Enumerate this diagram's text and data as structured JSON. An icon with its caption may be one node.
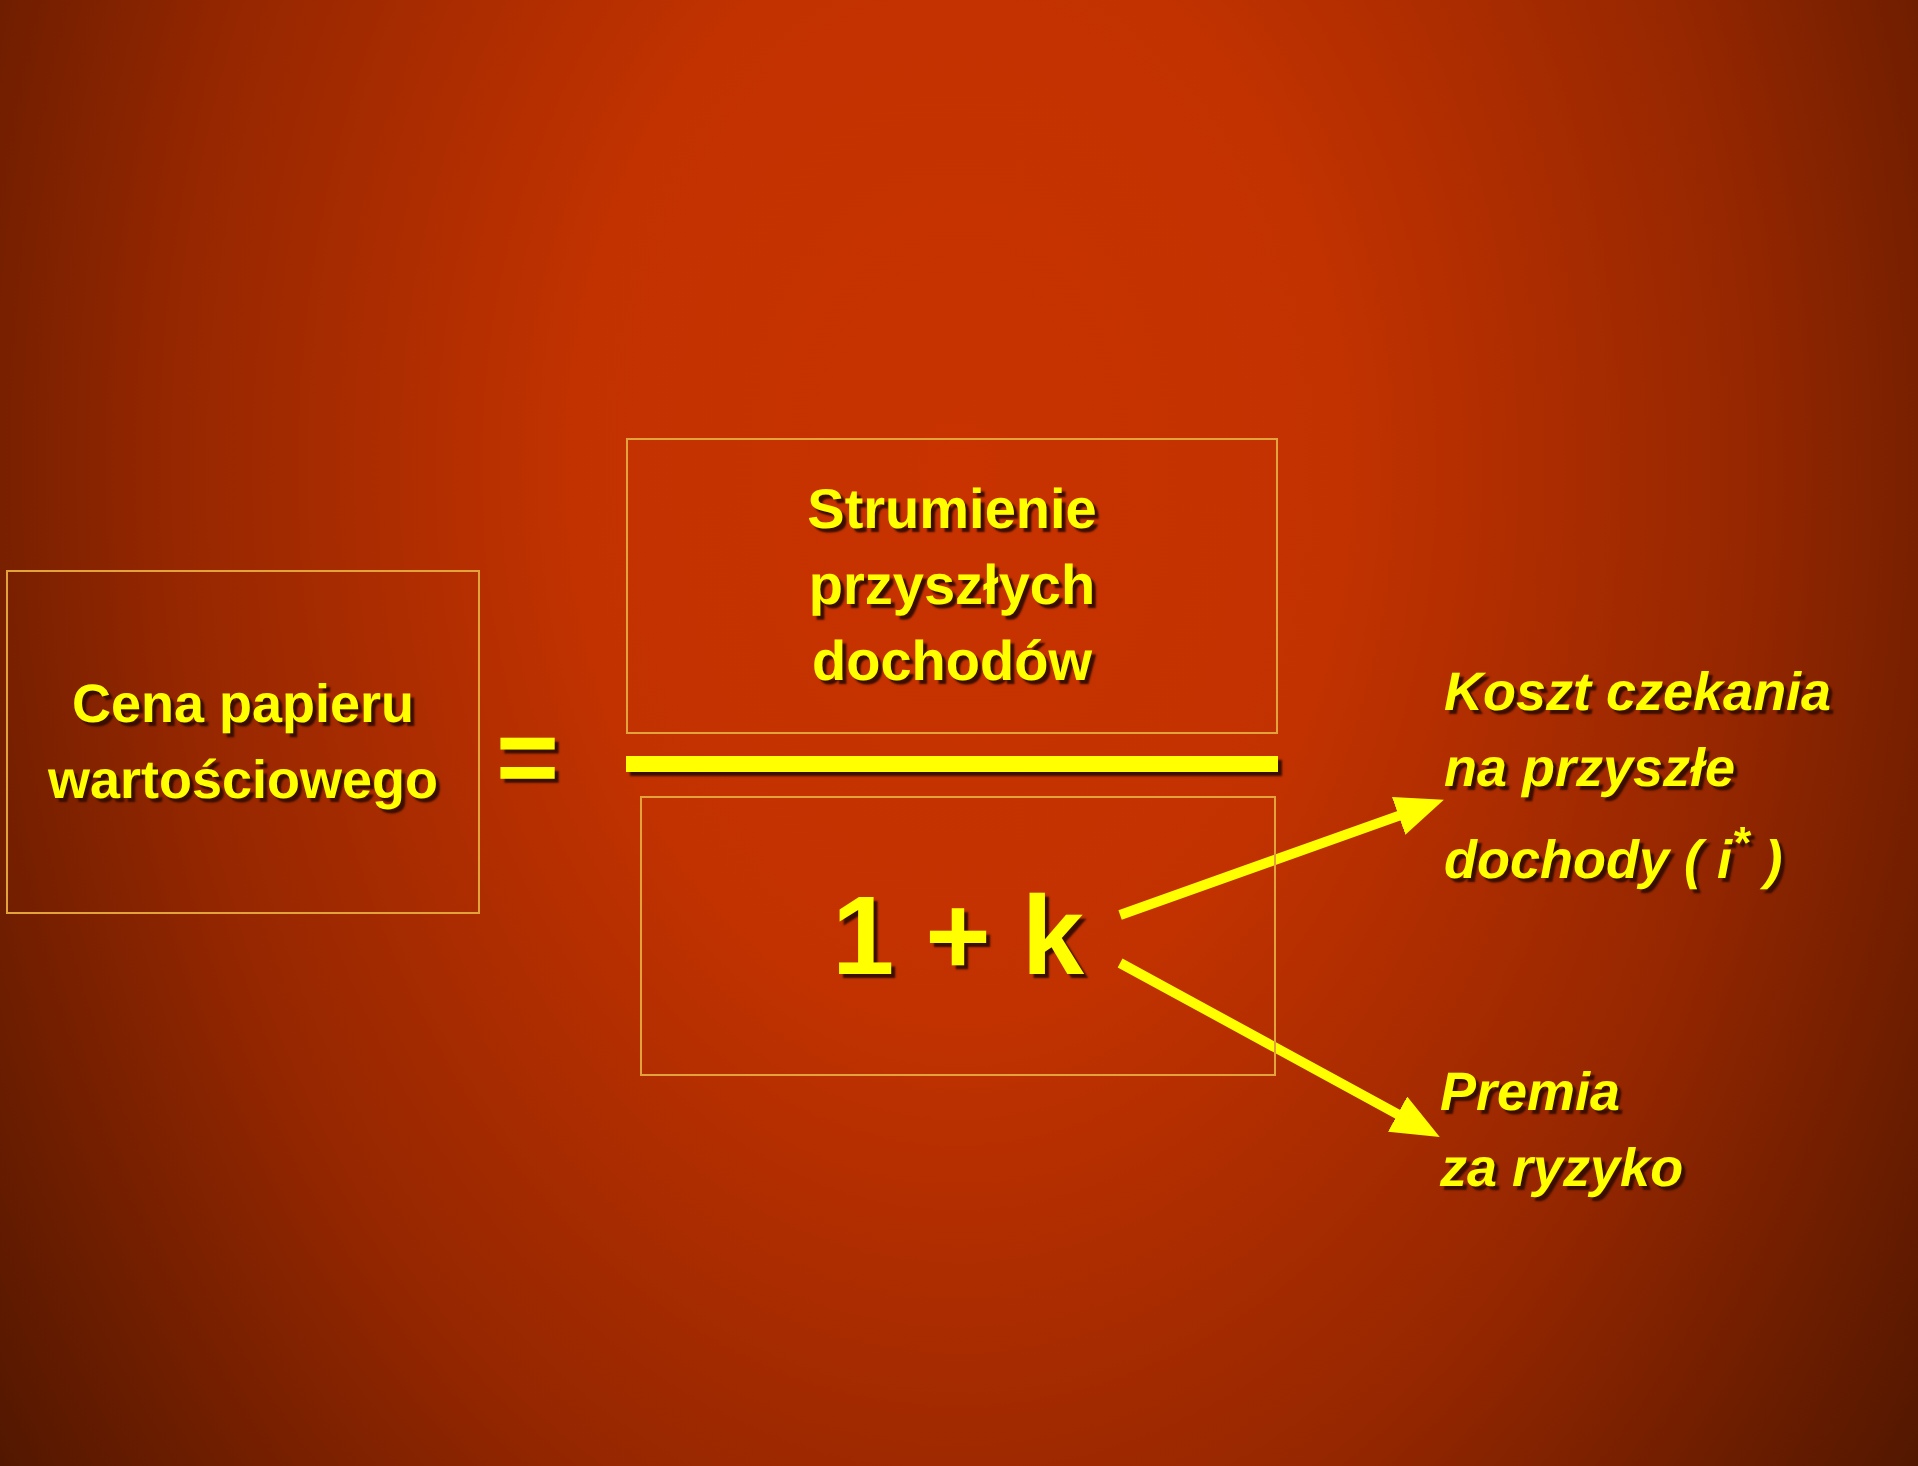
{
  "diagram": {
    "nodes": [
      {
        "text": [
          "Cena papieru wartościowego"
        ]
      },
      {
        "text": [
          "Strumienie przyszłych dochodów"
        ]
      },
      {
        "text": [
          "1 + k"
        ]
      },
      {
        "text": [
          "Koszt czekania na przyszłe dochody ( i$^{*}$ )"
        ]
      },
      {
        "text": [
          "Premia za ryzyko"
        ]
      }
    ],
    "edges": [
      {
        "from": 2,
        "to": 3,
        "arrow": "to"
      },
      {
        "from": 2,
        "to": 4,
        "arrow": "to"
      }
    ],
    "labels": [
      "="
    ]
  }
}
